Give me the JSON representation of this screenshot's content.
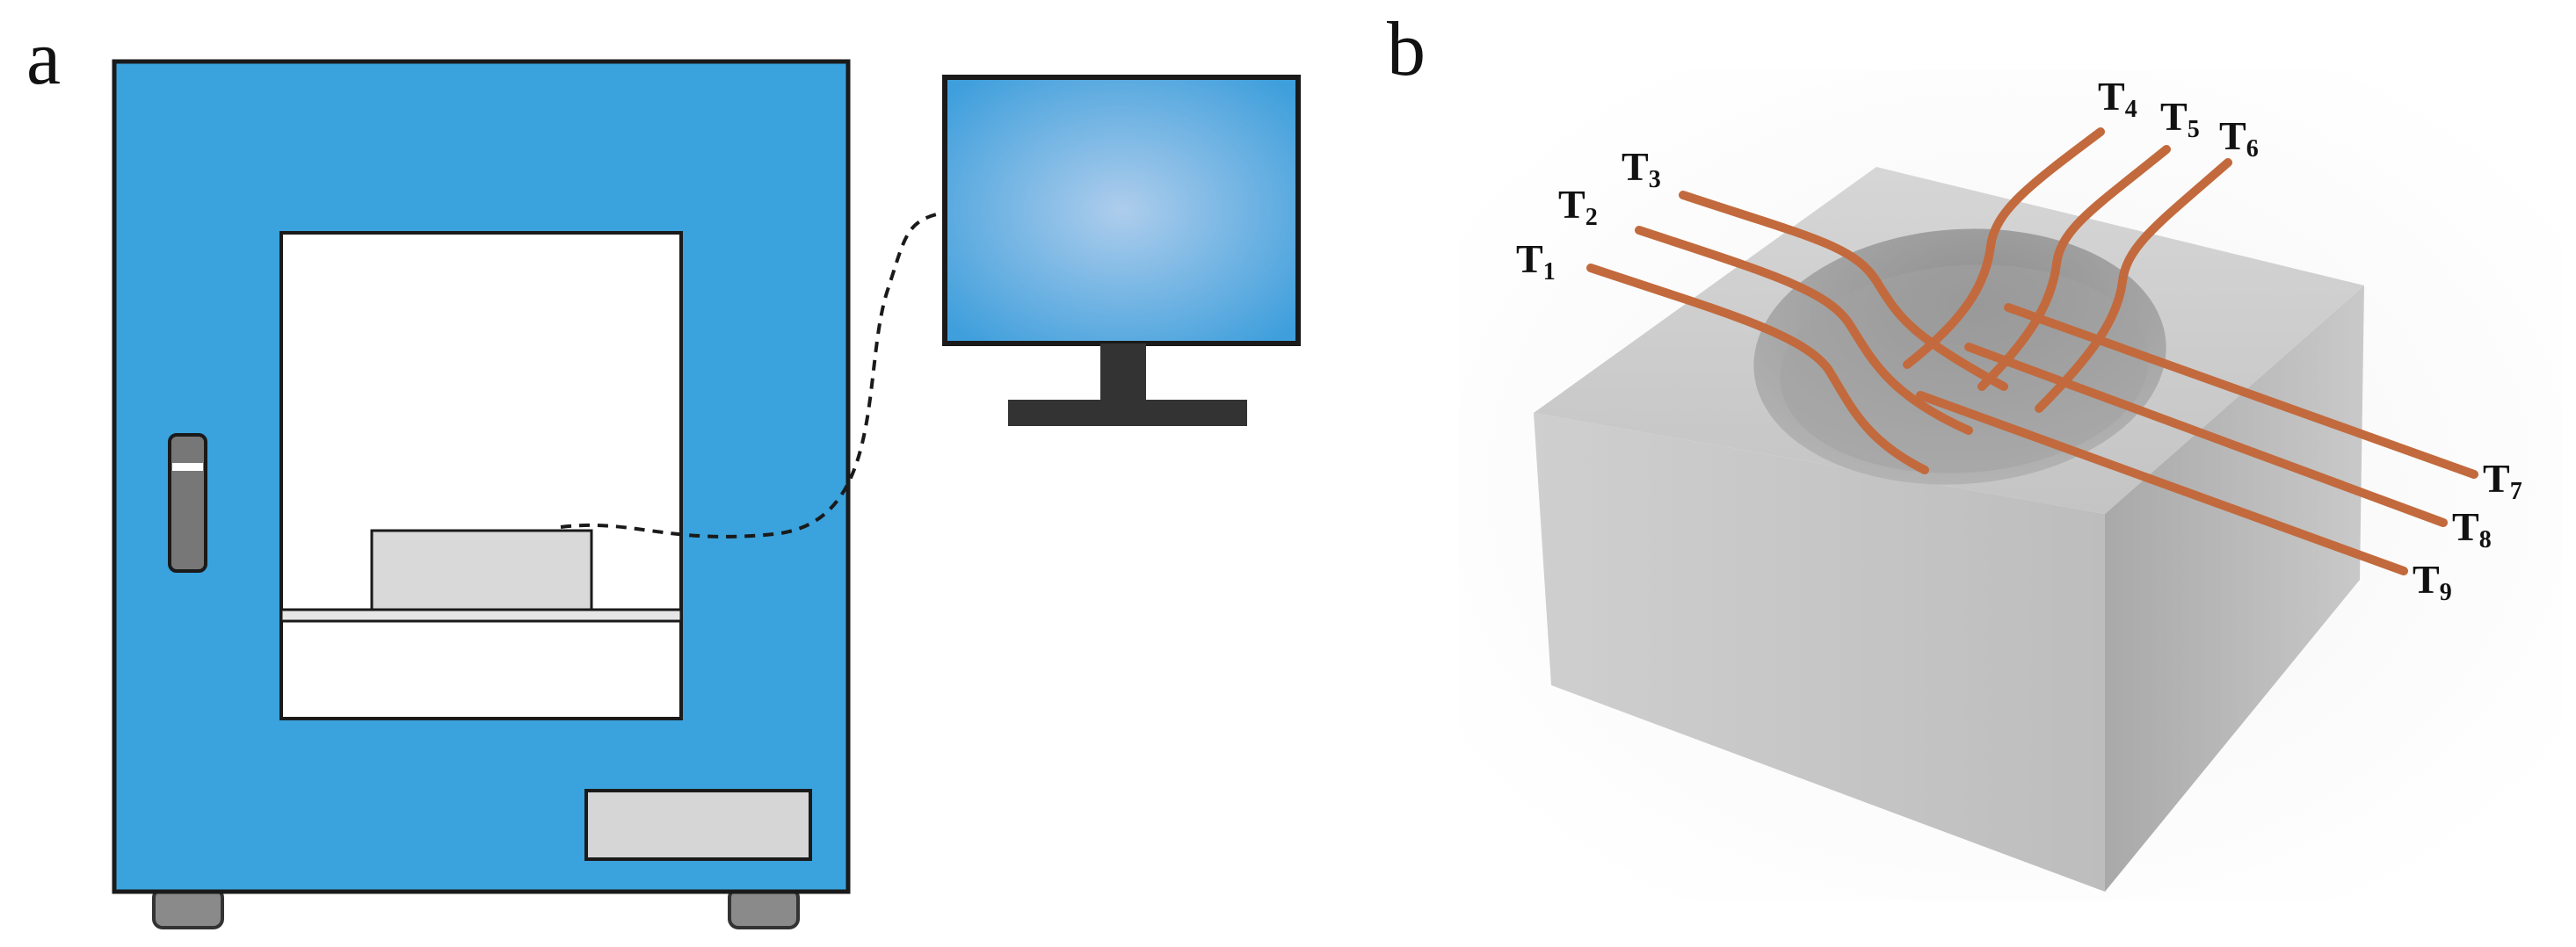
{
  "panels": [
    {
      "letter": "a"
    },
    {
      "letter": "b"
    }
  ],
  "thermocouples": [
    {
      "label": "T",
      "index": "1"
    },
    {
      "label": "T",
      "index": "2"
    },
    {
      "label": "T",
      "index": "3"
    },
    {
      "label": "T",
      "index": "4"
    },
    {
      "label": "T",
      "index": "5"
    },
    {
      "label": "T",
      "index": "6"
    },
    {
      "label": "T",
      "index": "7"
    },
    {
      "label": "T",
      "index": "8"
    },
    {
      "label": "T",
      "index": "9"
    }
  ],
  "colors": {
    "oven_body": "#3aa2dc",
    "monitor_screen_center": "#a9cbea",
    "monitor_screen_edge": "#3fa0dc",
    "monitor_stand": "#333333",
    "sample": "#d9d9d9",
    "wire": "#c26a3d",
    "block": "#cfcfcf"
  },
  "icons": {
    "oven": "oven-icon",
    "monitor": "monitor-icon",
    "handle": "handle-icon"
  }
}
